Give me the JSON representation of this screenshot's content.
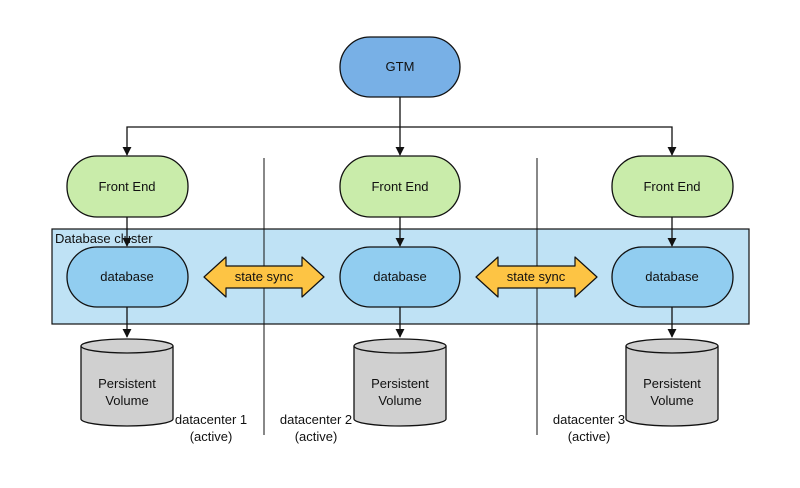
{
  "gtm": {
    "label": "GTM"
  },
  "frontends": [
    {
      "label": "Front End"
    },
    {
      "label": "Front End"
    },
    {
      "label": "Front End"
    }
  ],
  "cluster": {
    "label": "Database cluster"
  },
  "databases": [
    {
      "label": "database"
    },
    {
      "label": "database"
    },
    {
      "label": "database"
    }
  ],
  "sync_arrows": [
    {
      "label": "state sync"
    },
    {
      "label": "state sync"
    }
  ],
  "volumes": [
    {
      "line1": "Persistent",
      "line2": "Volume"
    },
    {
      "line1": "Persistent",
      "line2": "Volume"
    },
    {
      "line1": "Persistent",
      "line2": "Volume"
    }
  ],
  "datacenters": [
    {
      "name": "datacenter 1",
      "status": "(active)"
    },
    {
      "name": "datacenter 2",
      "status": "(active)"
    },
    {
      "name": "datacenter 3",
      "status": "(active)"
    }
  ],
  "colors": {
    "gtm_fill": "#78b0e6",
    "frontend_fill": "#c9ecaa",
    "database_fill": "#91cdf0",
    "cluster_fill": "#bfe2f5",
    "sync_fill": "#fdc444",
    "volume_fill": "#d0d0d0"
  }
}
